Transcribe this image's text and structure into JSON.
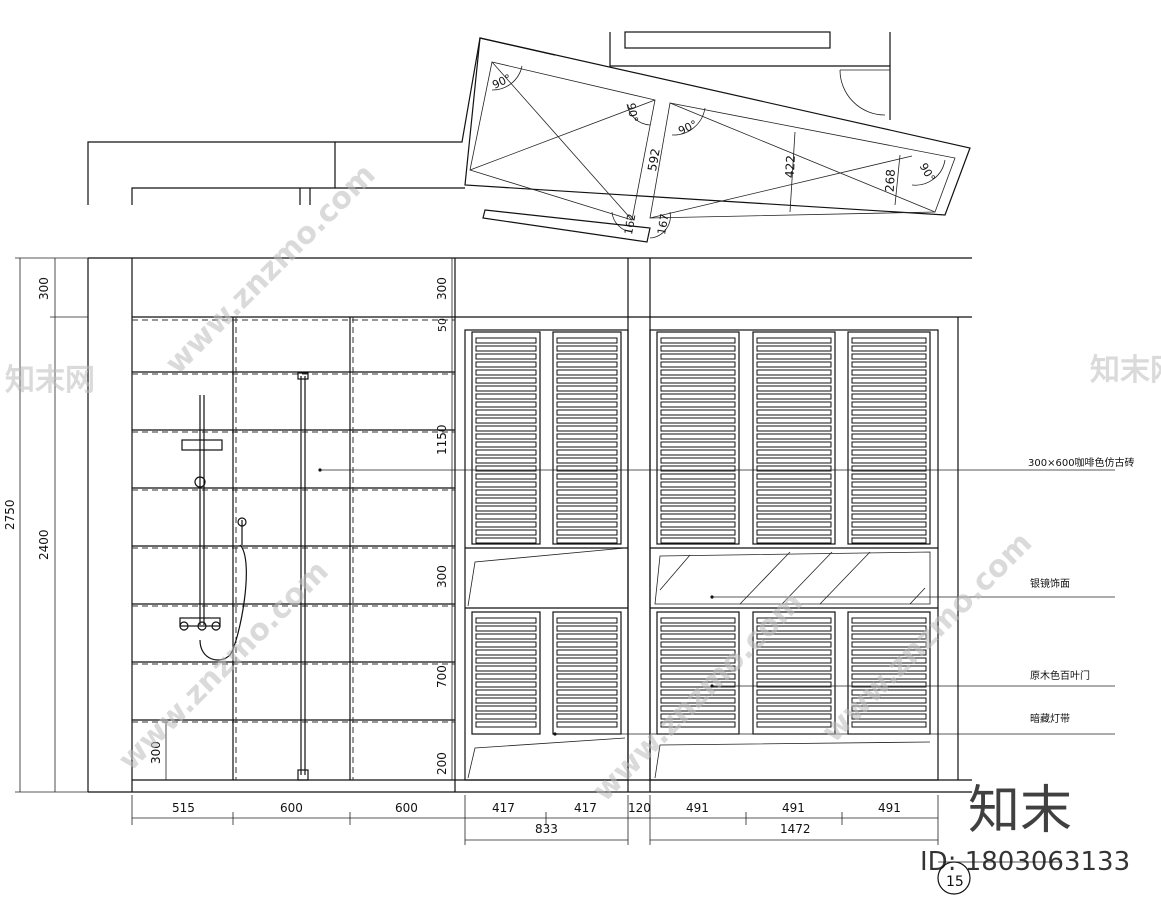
{
  "plan": {
    "angles": [
      "90°",
      "90°",
      "90°",
      "90°"
    ],
    "dims": [
      "592",
      "422",
      "268",
      "162",
      "167"
    ]
  },
  "elevation": {
    "left_dims": [
      "2750",
      "2400",
      "300"
    ],
    "mid_dims": [
      "300",
      "50",
      "1150",
      "300",
      "700",
      "200"
    ],
    "tile_dim": "300",
    "bottom_dims": [
      "515",
      "600",
      "600",
      "417",
      "417",
      "120",
      "491",
      "491",
      "491"
    ],
    "bottom_totals": [
      "833",
      "1472"
    ]
  },
  "labels": {
    "tile": "300×600咖啡色仿古砖",
    "mirror": "银镜饰面",
    "louver": "原木色百叶门",
    "light": "暗藏灯带"
  },
  "section_mark": "15",
  "watermark": {
    "site": "www.znzmo.com",
    "brand": "知末网",
    "logo": "知末",
    "id": "ID: 1803063133"
  }
}
